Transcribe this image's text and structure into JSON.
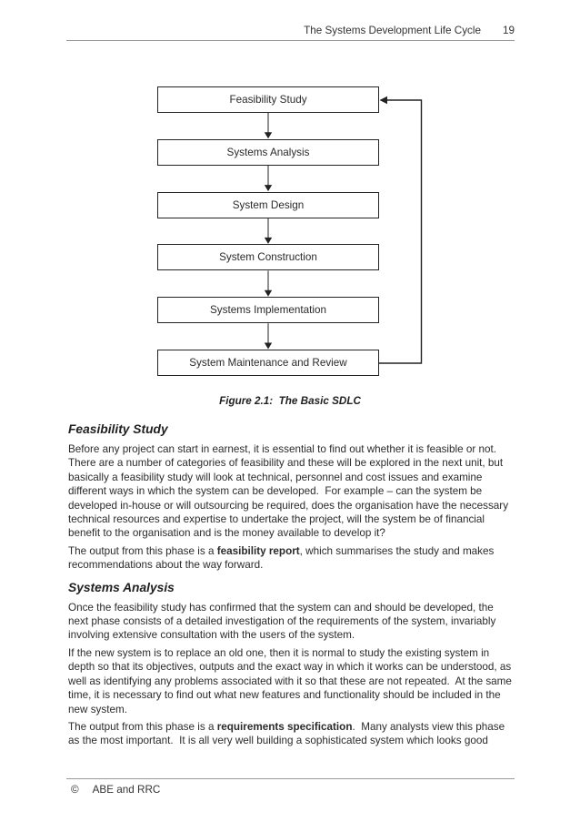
{
  "header": {
    "title": "The Systems Development Life Cycle",
    "page_number": "19"
  },
  "figure": {
    "boxes": [
      "Feasibility Study",
      "Systems Analysis",
      "System Design",
      "System Construction",
      "Systems Implementation",
      "System Maintenance and Review"
    ],
    "caption": "Figure 2.1:  The Basic SDLC"
  },
  "sections": [
    {
      "heading": "Feasibility Study",
      "paragraphs": [
        [
          {
            "text": "Before any project can start in earnest, it is essential to find out whether it is feasible or not. There are a number of categories of feasibility and these will be explored in the next unit, but basically a feasibility study will look at technical, personnel and cost issues and examine different ways in which the system can be developed.  For example – can the system be developed in-house or will outsourcing be required, does the organisation have the necessary technical resources and expertise to undertake the project, will the system be of financial benefit to the organisation and is the money available to develop it?"
          }
        ],
        [
          {
            "text": "The output from this phase is a "
          },
          {
            "text": "feasibility report",
            "bold": true
          },
          {
            "text": ", which summarises the study and makes recommendations about the way forward."
          }
        ]
      ]
    },
    {
      "heading": "Systems Analysis",
      "paragraphs": [
        [
          {
            "text": "Once the feasibility study has confirmed that the system can and should be developed, the next phase consists of a detailed investigation of the requirements of the system, invariably involving extensive consultation with the users of the system."
          }
        ],
        [
          {
            "text": "If the new system is to replace an old one, then it is normal to study the existing system in depth so that its objectives, outputs and the exact way in which it works can be understood, as well as identifying any problems associated with it so that these are not repeated.  At the same time, it is necessary to find out what new features and functionality should be included in the new system."
          }
        ],
        [
          {
            "text": "The output from this phase is a "
          },
          {
            "text": "requirements specification",
            "bold": true
          },
          {
            "text": ".  Many analysts view this phase as the most important.  It is all very well building a sophisticated system which looks good"
          }
        ]
      ]
    }
  ],
  "footer": {
    "symbol": "©",
    "text": "ABE and RRC"
  }
}
